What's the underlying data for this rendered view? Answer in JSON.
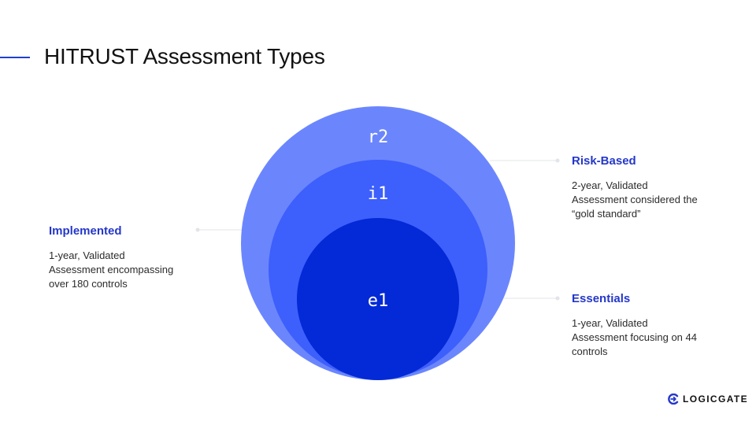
{
  "slide": {
    "title": "HITRUST Assessment Types"
  },
  "circles": {
    "outer": {
      "label": "r2",
      "color": "#6b86fd"
    },
    "middle": {
      "label": "i1",
      "color": "#3d5ffc"
    },
    "inner": {
      "label": "e1",
      "color": "#0429d6"
    }
  },
  "callouts": {
    "risk_based": {
      "title": "Risk-Based",
      "lines": [
        "2-year, Validated",
        "Assessment considered the",
        "“gold standard”"
      ]
    },
    "implemented": {
      "title": "Implemented",
      "lines": [
        "1-year, Validated",
        "Assessment encompassing",
        "over 180 controls"
      ]
    },
    "essentials": {
      "title": "Essentials",
      "lines": [
        "1-year, Validated",
        "Assessment focusing on 44",
        "controls"
      ]
    }
  },
  "brand": {
    "logo_text": "LOGICGATE",
    "accent_color": "#2437c9"
  }
}
